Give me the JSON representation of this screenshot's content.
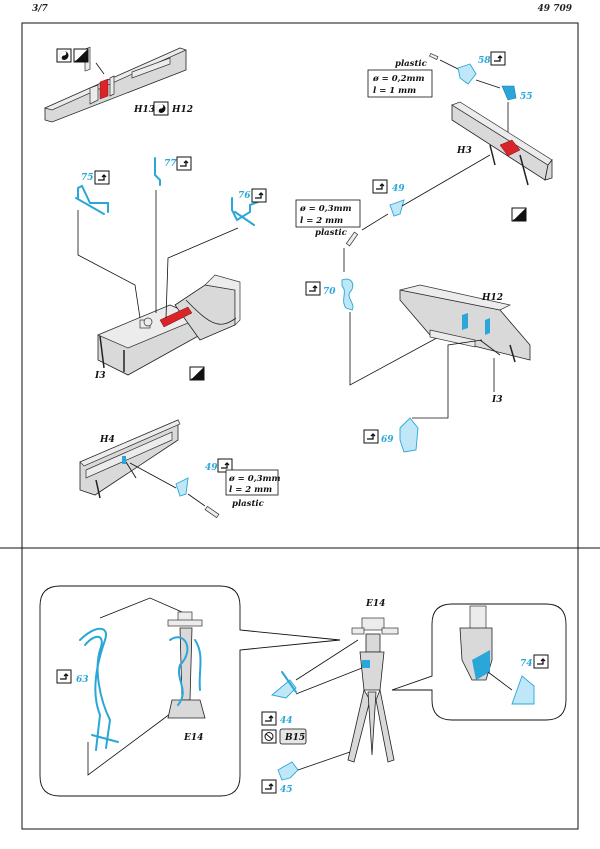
{
  "header": {
    "page": "3/7",
    "code": "49 709"
  },
  "colors": {
    "pe": "#2aa7d8",
    "red": "#d9252a",
    "frame": "#111111"
  },
  "top": {
    "parts": {
      "h13": "H13",
      "h12a": "H12",
      "h3": "H3",
      "h12b": "H12",
      "i3a": "I3",
      "i3b": "I3",
      "h4": "H4"
    },
    "pe_numbers": {
      "n58": "58",
      "n55": "55",
      "n75": "75",
      "n77": "77",
      "n76": "76",
      "n49a": "49",
      "n70": "70",
      "n69": "69",
      "n49b": "49"
    },
    "specs": {
      "plastic1": "plastic",
      "spec1a": "ø = 0,2mm",
      "spec1b": "l = 1 mm",
      "spec2a": "ø = 0,3mm",
      "spec2b": "l = 2 mm",
      "plastic2": "plastic",
      "spec3a": "ø = 0,3mm",
      "spec3b": "l = 2 mm",
      "plastic3": "plastic"
    }
  },
  "bottom": {
    "parts": {
      "e14a": "E14",
      "e14b": "E14",
      "b15": "B15"
    },
    "pe_numbers": {
      "n63": "63",
      "n44": "44",
      "n45": "45",
      "n74": "74"
    }
  },
  "icons": [
    "bend-icon",
    "paint-icon",
    "yin-yang-icon",
    "remove-icon"
  ]
}
